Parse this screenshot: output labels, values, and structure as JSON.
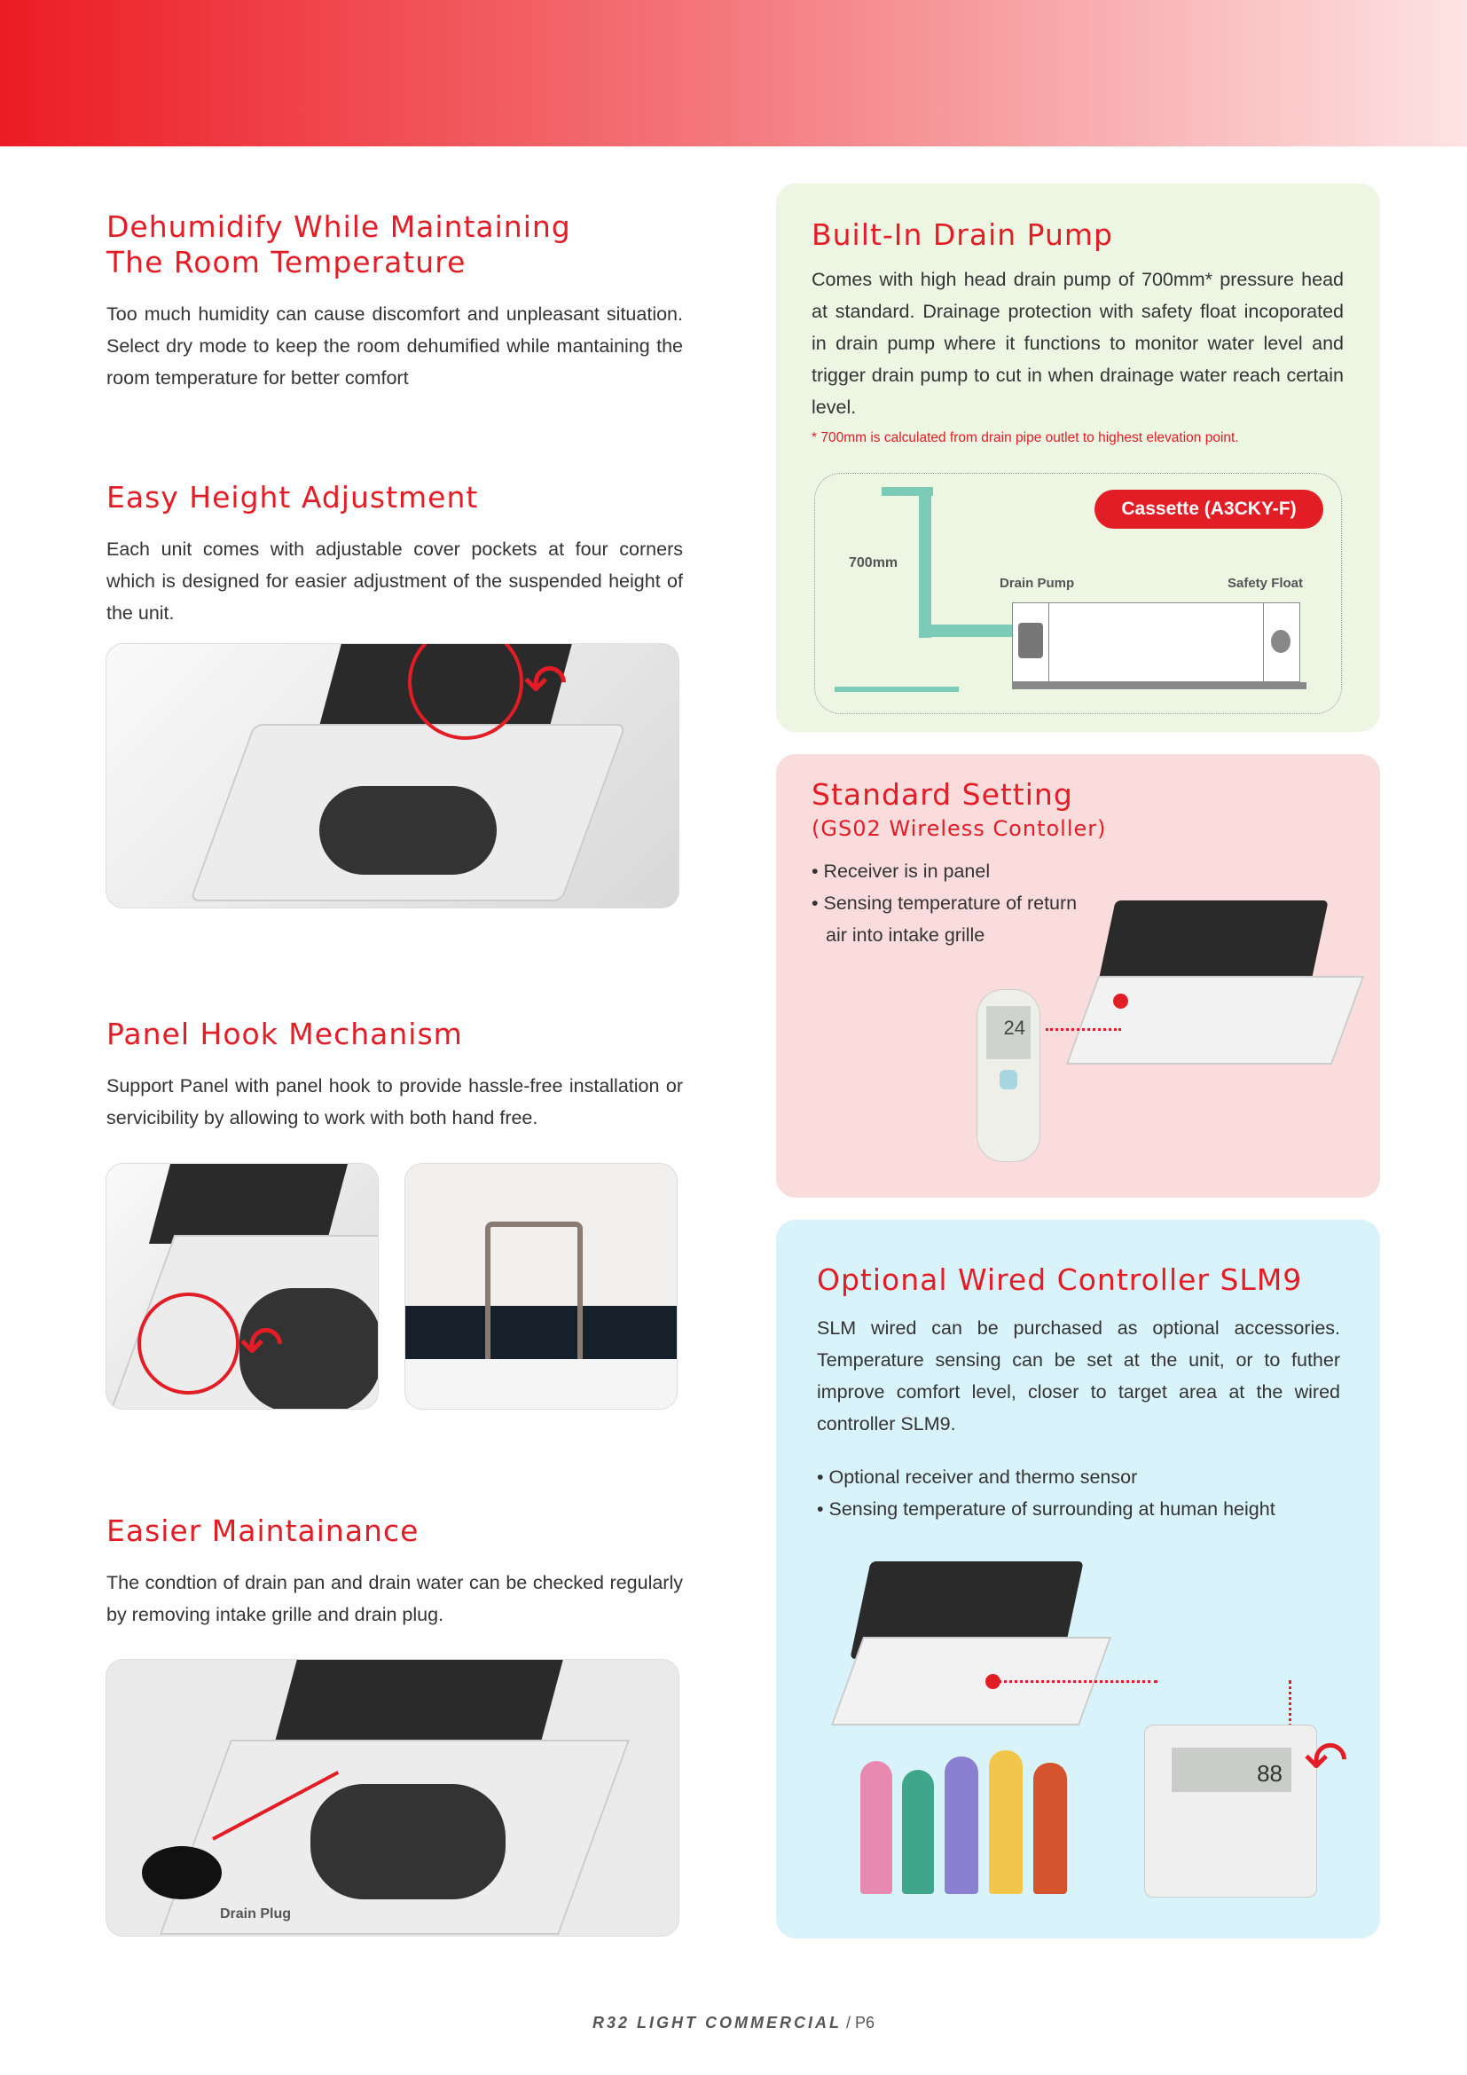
{
  "left": {
    "s1": {
      "title_line1": "Dehumidify While Maintaining",
      "title_line2": "The Room Temperature",
      "body": "Too much humidity can cause discomfort and unpleasant situation. Select dry mode to keep the room dehumified while mantaining the room temperature for better comfort"
    },
    "s2": {
      "title": "Easy Height Adjustment",
      "body": "Each unit comes with adjustable cover pockets at four corners which is designed for easier adjustment of the suspended height of the unit."
    },
    "s3": {
      "title": "Panel Hook Mechanism",
      "body": "Support Panel with panel hook to provide hassle-free installation or servicibility by allowing to work with both hand free."
    },
    "s4": {
      "title": "Easier Maintainance",
      "body": "The condtion of drain pan and drain water can be checked regularly by removing intake grille and drain plug.",
      "drain_plug_label": "Drain Plug"
    }
  },
  "right": {
    "pump": {
      "title": "Built-In Drain Pump",
      "body": "Comes with high head drain pump of 700mm* pressure head at standard. Drainage protection with safety float incoporated in drain pump where it functions to monitor water level and trigger drain pump to cut in when drainage water reach certain level.",
      "note": "* 700mm is calculated from drain pipe outlet to highest elevation point.",
      "badge": "Cassette (A3CKY-F)",
      "height_label": "700mm",
      "drain_pump_label": "Drain Pump",
      "safety_float_label": "Safety Float"
    },
    "standard": {
      "title": "Standard Setting",
      "subtitle": "(GS02 Wireless Contoller)",
      "bullets": [
        "• Receiver is in panel",
        "• Sensing temperature of return",
        "air into intake grille"
      ],
      "remote_display": "24"
    },
    "wired": {
      "title": "Optional Wired Controller SLM9",
      "body": "SLM wired can be purchased as optional accessories. Temperature sensing can be set at the unit, or to futher improve comfort level, closer to target area at the wired controller SLM9.",
      "bullets": [
        "• Optional receiver and thermo sensor",
        "• Sensing temperature of surrounding at human height"
      ],
      "controller_display": "88"
    }
  },
  "footer": {
    "title": "R32 LIGHT COMMERCIAL",
    "page": "/ P6"
  },
  "colors": {
    "accent": "#e31d25",
    "green_card": "#edf6e3",
    "pink_card": "#fadcdd",
    "blue_card": "#d9f3fa"
  }
}
